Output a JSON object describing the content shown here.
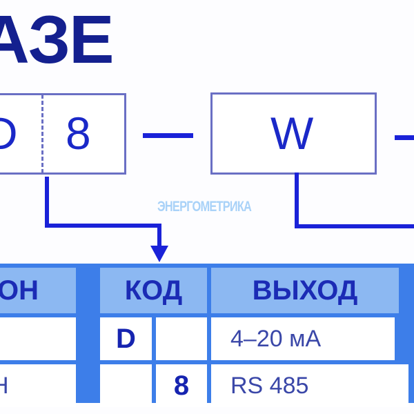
{
  "title": "АЗЕ",
  "code_parts": {
    "d": "D",
    "eight": "8",
    "w": "W"
  },
  "watermark": "ЭНЕРГОМЕТРИКА",
  "table": {
    "headers": {
      "left": "ОН",
      "code": "КОД",
      "output": "ВЫХОД"
    },
    "rows": [
      {
        "left": "",
        "code1": "D",
        "code2": "",
        "output": "4–20 мА"
      },
      {
        "left": "Н",
        "code1": "",
        "code2": "8",
        "output": "RS 485"
      }
    ]
  }
}
